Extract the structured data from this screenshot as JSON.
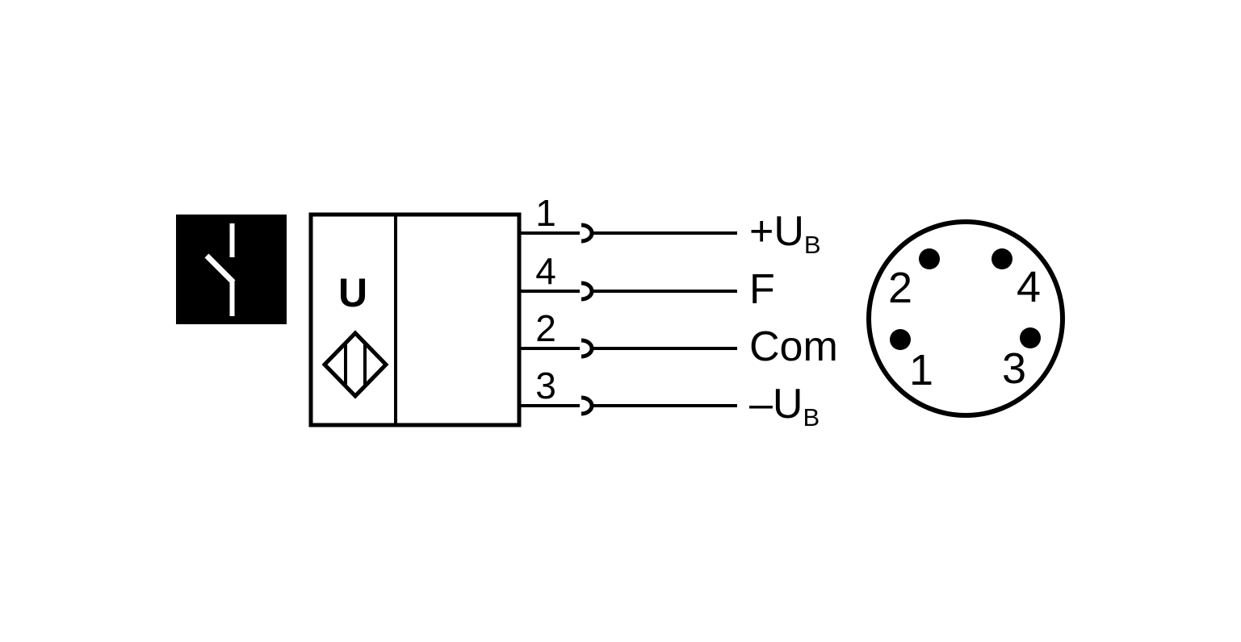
{
  "colors": {
    "foreground": "#000000",
    "background": "#ffffff",
    "switch_box_background": "#000000",
    "switch_symbol": "#ffffff"
  },
  "switch_icon": {
    "name": "normally-open-contact-icon"
  },
  "sensor": {
    "output_type_label": "U",
    "symbol_icon": "diamond-sensor-icon"
  },
  "wires": [
    {
      "pin": "1",
      "label_main": "+U",
      "label_sub": "B",
      "label_text": "+UB"
    },
    {
      "pin": "4",
      "label_main": "F",
      "label_sub": "",
      "label_text": "F"
    },
    {
      "pin": "2",
      "label_main": "Com",
      "label_sub": "",
      "label_text": "Com"
    },
    {
      "pin": "3",
      "label_main": "–U",
      "label_sub": "B",
      "label_text": "–UB"
    }
  ],
  "connector": {
    "pins": [
      {
        "label": "2"
      },
      {
        "label": "4"
      },
      {
        "label": "1"
      },
      {
        "label": "3"
      }
    ]
  }
}
